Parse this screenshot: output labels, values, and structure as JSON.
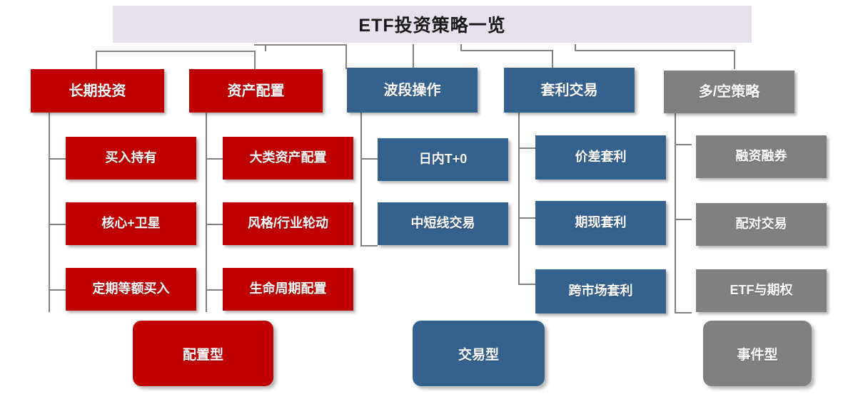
{
  "title": "ETF投资策略一览",
  "colors": {
    "banner": "#E6E1EC",
    "allocation_red": "#C00000",
    "trading_blue": "#35618F",
    "event_gray": "#808080",
    "connector": "#808080",
    "background": "#FFFFFF",
    "node_text": "#FFFFFF",
    "title_text": "#1A1A1A"
  },
  "columns": [
    {
      "id": "long-term-investment",
      "category": "allocation",
      "color": "red",
      "head": "长期投资",
      "children": [
        "买入持有",
        "核心+卫星",
        "定期等额买入"
      ]
    },
    {
      "id": "asset-allocation",
      "category": "allocation",
      "color": "red",
      "head": "资产配置",
      "children": [
        "大类资产配置",
        "风格/行业轮动",
        "生命周期配置"
      ]
    },
    {
      "id": "swing-trading",
      "category": "trading",
      "color": "blue",
      "head": "波段操作",
      "children": [
        "日内T+0",
        "中短线交易"
      ]
    },
    {
      "id": "arbitrage-trading",
      "category": "trading",
      "color": "blue",
      "head": "套利交易",
      "children": [
        "价差套利",
        "期现套利",
        "跨市场套利"
      ]
    },
    {
      "id": "long-short-strategy",
      "category": "event",
      "color": "gray",
      "head": "多/空策略",
      "children": [
        "融资融券",
        "配对交易",
        "ETF与期权"
      ]
    }
  ],
  "legend": [
    {
      "id": "allocation-type",
      "label": "配置型",
      "color": "red"
    },
    {
      "id": "trading-type",
      "label": "交易型",
      "color": "blue"
    },
    {
      "id": "event-type",
      "label": "事件型",
      "color": "gray"
    }
  ]
}
